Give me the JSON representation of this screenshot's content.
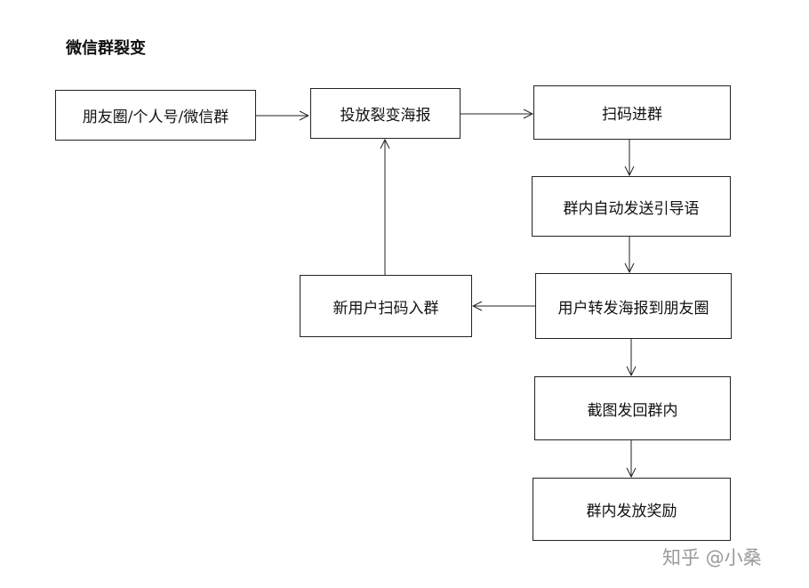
{
  "title": "微信群裂变",
  "nodes": {
    "source": "朋友圈/个人号/微信群",
    "post_poster": "投放裂变海报",
    "scan_join": "扫码进群",
    "auto_guide": "群内自动发送引导语",
    "share_poster": "用户转发海报到朋友圈",
    "new_user_join": "新用户扫码入群",
    "screenshot_back": "截图发回群内",
    "give_reward": "群内发放奖励"
  },
  "watermark": "知乎 @小桑"
}
